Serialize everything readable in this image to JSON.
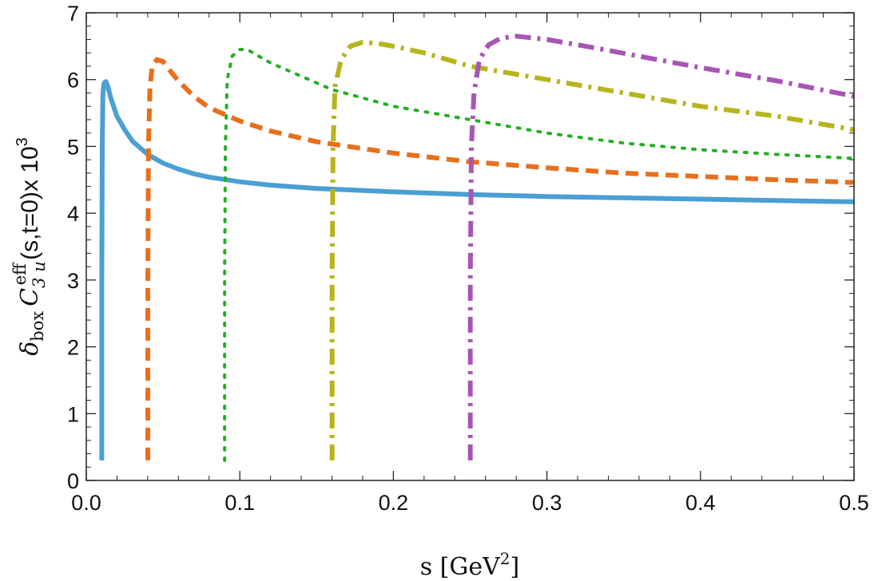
{
  "chart_data": {
    "type": "line",
    "title": "",
    "xlabel": "s [GeV",
    "xlabel_sup": "2",
    "xlabel_close": "]",
    "ylabel": {
      "delta": "δ",
      "delta_sub": "box",
      "c": "C",
      "c_sub": "3 u",
      "c_sup": "eff",
      "rest": "(s,t=0)x 10",
      "rest_sup": "3"
    },
    "xlim": [
      0.0,
      0.5
    ],
    "ylim": [
      0,
      7
    ],
    "xticks": [
      "0.0",
      "0.1",
      "0.2",
      "0.3",
      "0.4",
      "0.5"
    ],
    "yticks": [
      "0",
      "1",
      "2",
      "3",
      "4",
      "5",
      "6",
      "7"
    ],
    "grid": false,
    "series": [
      {
        "color": "#4a9fd4",
        "style": "solid",
        "points": [
          [
            0.0101,
            0.3
          ],
          [
            0.0101,
            3.0
          ],
          [
            0.0104,
            5.0
          ],
          [
            0.0108,
            5.75
          ],
          [
            0.0113,
            5.92
          ],
          [
            0.012,
            5.96
          ],
          [
            0.0128,
            5.97
          ],
          [
            0.014,
            5.9
          ],
          [
            0.016,
            5.72
          ],
          [
            0.02,
            5.45
          ],
          [
            0.025,
            5.25
          ],
          [
            0.03,
            5.08
          ],
          [
            0.04,
            4.88
          ],
          [
            0.05,
            4.75
          ],
          [
            0.06,
            4.66
          ],
          [
            0.07,
            4.59
          ],
          [
            0.08,
            4.54
          ],
          [
            0.1,
            4.47
          ],
          [
            0.12,
            4.42
          ],
          [
            0.15,
            4.37
          ],
          [
            0.2,
            4.32
          ],
          [
            0.25,
            4.28
          ],
          [
            0.3,
            4.25
          ],
          [
            0.35,
            4.23
          ],
          [
            0.4,
            4.21
          ],
          [
            0.45,
            4.19
          ],
          [
            0.5,
            4.17
          ]
        ]
      },
      {
        "color": "#e86f1c",
        "style": "dashed",
        "points": [
          [
            0.0401,
            0.3
          ],
          [
            0.0401,
            3.0
          ],
          [
            0.0405,
            5.0
          ],
          [
            0.0415,
            5.9
          ],
          [
            0.043,
            6.2
          ],
          [
            0.046,
            6.3
          ],
          [
            0.05,
            6.27
          ],
          [
            0.055,
            6.12
          ],
          [
            0.06,
            5.98
          ],
          [
            0.07,
            5.75
          ],
          [
            0.08,
            5.58
          ],
          [
            0.1,
            5.38
          ],
          [
            0.12,
            5.23
          ],
          [
            0.15,
            5.07
          ],
          [
            0.2,
            4.9
          ],
          [
            0.25,
            4.77
          ],
          [
            0.3,
            4.68
          ],
          [
            0.35,
            4.6
          ],
          [
            0.4,
            4.55
          ],
          [
            0.45,
            4.5
          ],
          [
            0.5,
            4.46
          ]
        ]
      },
      {
        "color": "#22b022",
        "style": "dotted",
        "points": [
          [
            0.0901,
            0.3
          ],
          [
            0.0901,
            3.0
          ],
          [
            0.0906,
            5.0
          ],
          [
            0.0918,
            6.0
          ],
          [
            0.095,
            6.35
          ],
          [
            0.1,
            6.45
          ],
          [
            0.105,
            6.45
          ],
          [
            0.11,
            6.38
          ],
          [
            0.12,
            6.25
          ],
          [
            0.14,
            6.05
          ],
          [
            0.16,
            5.85
          ],
          [
            0.2,
            5.6
          ],
          [
            0.25,
            5.4
          ],
          [
            0.3,
            5.2
          ],
          [
            0.35,
            5.05
          ],
          [
            0.4,
            4.95
          ],
          [
            0.45,
            4.88
          ],
          [
            0.5,
            4.82
          ]
        ]
      },
      {
        "color": "#b6b51c",
        "style": "dashdot",
        "points": [
          [
            0.1601,
            0.3
          ],
          [
            0.1601,
            3.0
          ],
          [
            0.1607,
            5.0
          ],
          [
            0.162,
            5.9
          ],
          [
            0.166,
            6.3
          ],
          [
            0.172,
            6.5
          ],
          [
            0.18,
            6.56
          ],
          [
            0.19,
            6.54
          ],
          [
            0.2,
            6.5
          ],
          [
            0.22,
            6.4
          ],
          [
            0.25,
            6.2
          ],
          [
            0.3,
            6.0
          ],
          [
            0.35,
            5.8
          ],
          [
            0.4,
            5.6
          ],
          [
            0.45,
            5.45
          ],
          [
            0.5,
            5.25
          ]
        ]
      },
      {
        "color": "#a855b5",
        "style": "dashdot",
        "points": [
          [
            0.2501,
            0.3
          ],
          [
            0.2501,
            3.0
          ],
          [
            0.2508,
            5.0
          ],
          [
            0.2525,
            5.8
          ],
          [
            0.256,
            6.3
          ],
          [
            0.262,
            6.52
          ],
          [
            0.27,
            6.62
          ],
          [
            0.28,
            6.65
          ],
          [
            0.3,
            6.6
          ],
          [
            0.33,
            6.48
          ],
          [
            0.36,
            6.35
          ],
          [
            0.4,
            6.18
          ],
          [
            0.45,
            5.98
          ],
          [
            0.5,
            5.75
          ]
        ]
      }
    ]
  }
}
